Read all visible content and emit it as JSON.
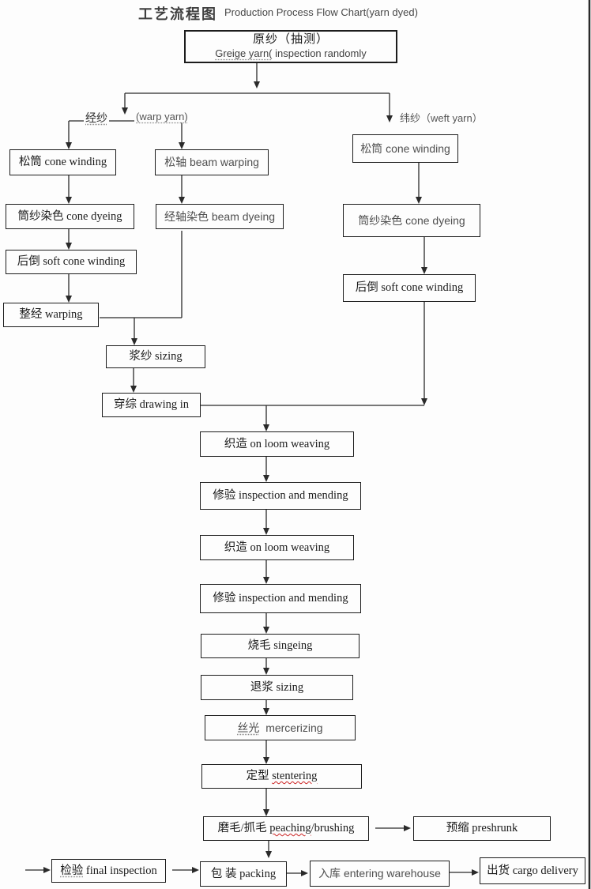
{
  "title": {
    "zh": "工艺流程图",
    "en": "Production Process Flow Chart(yarn dyed)"
  },
  "labels": {
    "warp_zh": "经纱",
    "warp_en": "(warp yarn)",
    "weft": "纬纱（weft yarn）"
  },
  "nodes": {
    "greige": {
      "line1": "原纱（抽测）",
      "line2_u": "Greige yarn(",
      "line2_rest": " inspection randomly"
    },
    "cone_winding_warp": {
      "label": "松筒 cone winding"
    },
    "beam_warping": {
      "label": "松轴 beam warping"
    },
    "cone_winding_weft": {
      "label": "松筒 cone winding"
    },
    "cone_dyeing_warp": {
      "label": "筒纱染色 cone dyeing"
    },
    "beam_dyeing": {
      "label": "经轴染色 beam dyeing"
    },
    "cone_dyeing_weft": {
      "label": "筒纱染色 cone dyeing"
    },
    "soft_cone_warp": {
      "label": "后倒 soft cone winding"
    },
    "soft_cone_weft": {
      "label": "后倒 soft cone winding"
    },
    "warping": {
      "label": "整经 warping"
    },
    "sizing": {
      "label": "浆纱 sizing"
    },
    "drawing_in": {
      "label": "穿综 drawing in"
    },
    "weaving1": {
      "label": "织造 on loom weaving"
    },
    "mending1": {
      "label": "修验 inspection and mending"
    },
    "weaving2": {
      "label": "织造 on loom weaving"
    },
    "mending2": {
      "label": "修验 inspection and mending"
    },
    "singeing": {
      "label": "烧毛 singeing"
    },
    "desizing": {
      "label": "退浆 sizing"
    },
    "mercerizing": {
      "u": "丝光",
      "rest": "  mercerizing"
    },
    "stentering": {
      "pre": "定型 ",
      "u": "stentering"
    },
    "peaching": {
      "pre": "磨毛/抓毛 ",
      "u": "peaching",
      "post": "/brushing"
    },
    "preshrunk": {
      "label": "预缩 preshrunk"
    },
    "final_inspection": {
      "u": "检验",
      "rest": " final inspection"
    },
    "packing": {
      "label": "包 装 packing"
    },
    "warehouse": {
      "label": "入库 entering warehouse"
    },
    "delivery": {
      "label": "出货 cargo delivery"
    }
  },
  "colors": {
    "line": "#2a2a2a",
    "spellcheck_red": "#cc2222"
  }
}
